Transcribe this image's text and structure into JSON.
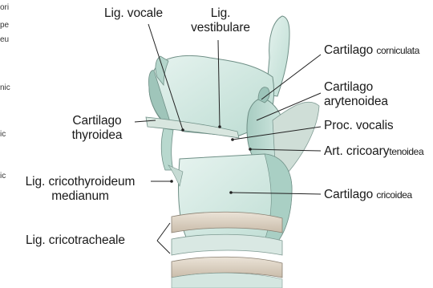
{
  "edge_fragments": [
    "ori",
    "pe",
    "eu",
    "nic",
    "ic",
    "ic"
  ],
  "labels": {
    "lig_vocale": "Lig. vocale",
    "lig_vestibulare_1": "Lig.",
    "lig_vestibulare_2": "vestibulare",
    "cartilago_corniculata_1": "Cartilago",
    "cartilago_corniculata_2": "corniculata",
    "cartilago_arytenoidea_1": "Cartilago",
    "cartilago_arytenoidea_2": "arytenoidea",
    "proc_vocalis": "Proc. vocalis",
    "art_cricoarytenoidea_1": "Art. cricoary",
    "art_cricoarytenoidea_2": "tenoidea",
    "cartilago_thyroidea_1": "Cartilago",
    "cartilago_thyroidea_2": "thyroidea",
    "lig_cricothyroideum_1": "Lig. cricothyroideum",
    "lig_cricothyroideum_2": "medianum",
    "cartilago_cricoidea_1": "Cartilago ",
    "cartilago_cricoidea_2": "cricoidea",
    "lig_cricotracheale": "Lig. cricotracheale"
  },
  "colors": {
    "cartilage": "#d4ebe4",
    "cartilage_shade": "#a9cfc4",
    "outline": "#6f8f86",
    "ring_band": "#ddd3c4",
    "leader": "#222222"
  }
}
